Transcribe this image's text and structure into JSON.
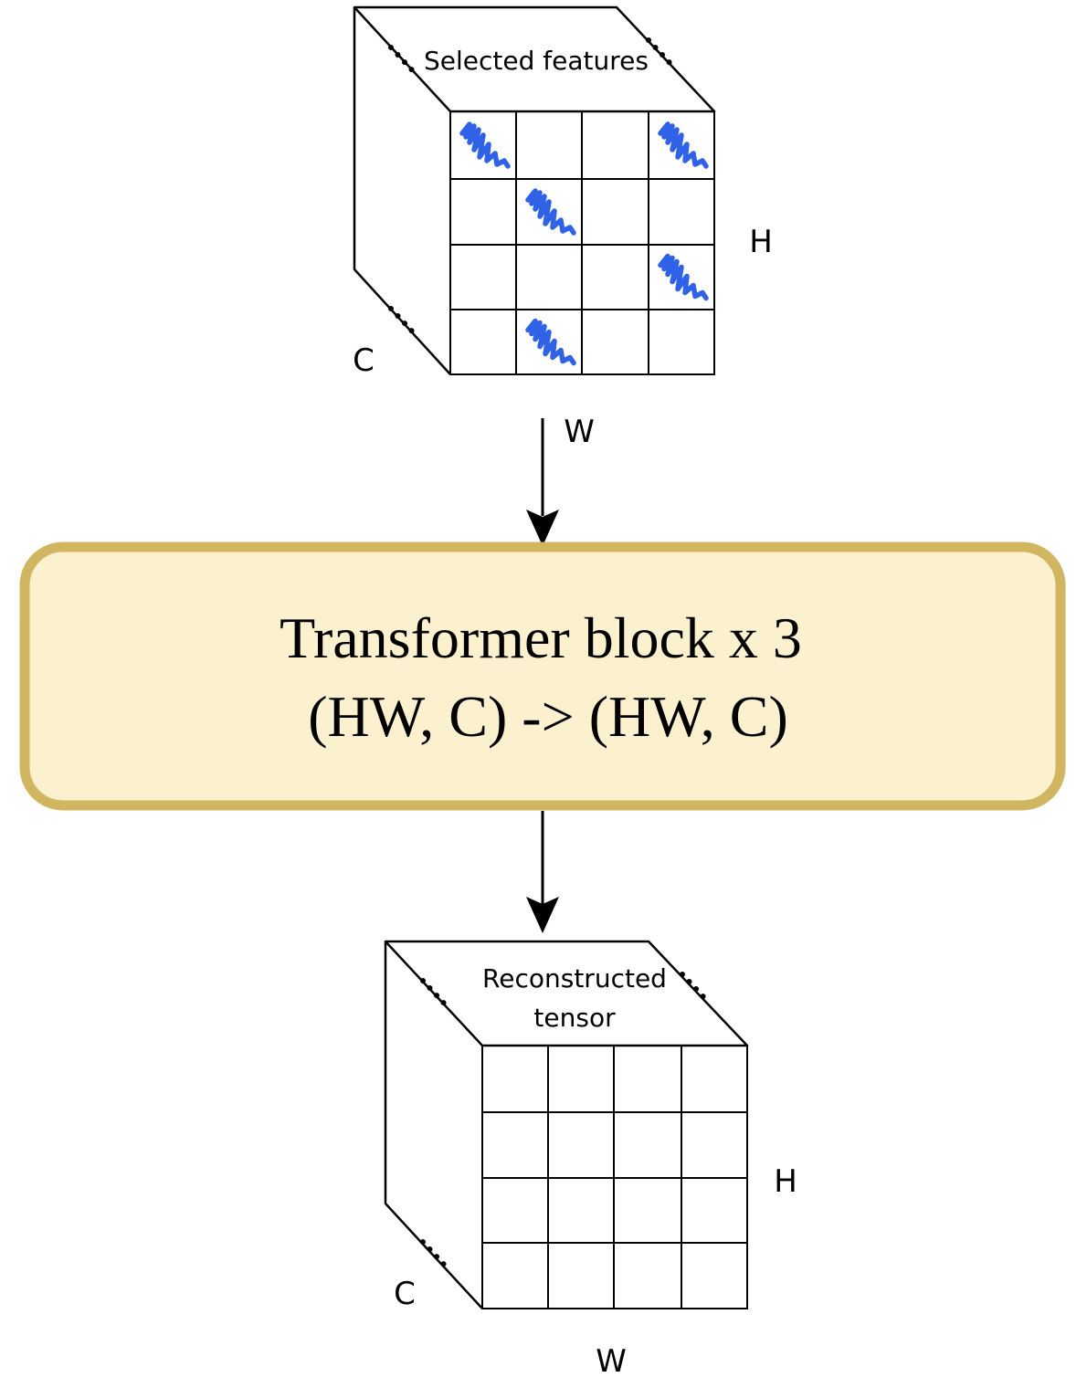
{
  "colors": {
    "scribble": "#2f62e6",
    "block_fill": "#fcf1cf",
    "block_border": "#d2b560",
    "line": "#000000"
  },
  "top_tensor": {
    "title": "Selected features",
    "label_h": "H",
    "label_w": "W",
    "label_c": "C",
    "grid_rows": 4,
    "grid_cols": 4,
    "selected_cells": [
      [
        0,
        0
      ],
      [
        0,
        3
      ],
      [
        1,
        1
      ],
      [
        2,
        3
      ],
      [
        3,
        1
      ]
    ]
  },
  "transformer_block": {
    "line1": "Transformer block x 3",
    "line2": "(HW, C) -> (HW, C)"
  },
  "bottom_tensor": {
    "title_line1": "Reconstructed",
    "title_line2": "tensor",
    "label_h": "H",
    "label_w": "W",
    "label_c": "C",
    "grid_rows": 4,
    "grid_cols": 4
  }
}
